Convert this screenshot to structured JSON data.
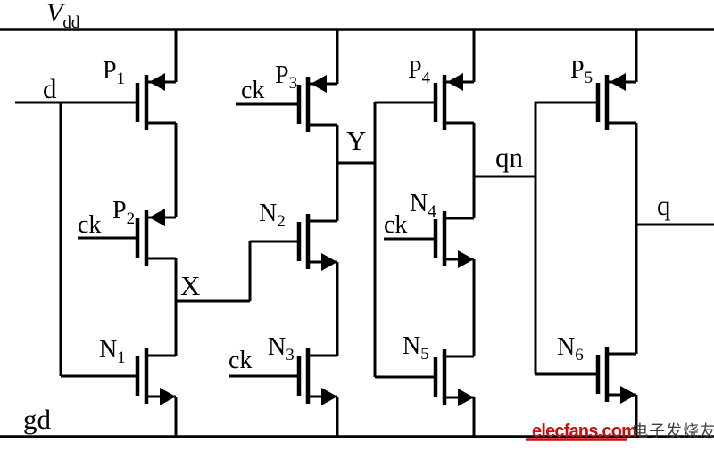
{
  "rails": {
    "vdd": {
      "base": "V",
      "sub": "dd"
    },
    "gnd_label": "gd"
  },
  "nets": {
    "d": "d",
    "ck": "ck",
    "x": "X",
    "y": "Y",
    "qn": "qn",
    "q": "q"
  },
  "transistors": {
    "p1": {
      "base": "P",
      "sub": "1"
    },
    "p2": {
      "base": "P",
      "sub": "2"
    },
    "p3": {
      "base": "P",
      "sub": "3"
    },
    "p4": {
      "base": "P",
      "sub": "4"
    },
    "p5": {
      "base": "P",
      "sub": "5"
    },
    "n1": {
      "base": "N",
      "sub": "1"
    },
    "n2": {
      "base": "N",
      "sub": "2"
    },
    "n3": {
      "base": "N",
      "sub": "3"
    },
    "n4": {
      "base": "N",
      "sub": "4"
    },
    "n5": {
      "base": "N",
      "sub": "5"
    },
    "n6": {
      "base": "N",
      "sub": "6"
    }
  },
  "watermark": {
    "logo": "elecfans.com",
    "cjk": "电子发烧友"
  },
  "colors": {
    "wire": "#000000",
    "logo": "#c81010",
    "cjk": "#3c3c3c",
    "background": "#ffffff"
  }
}
